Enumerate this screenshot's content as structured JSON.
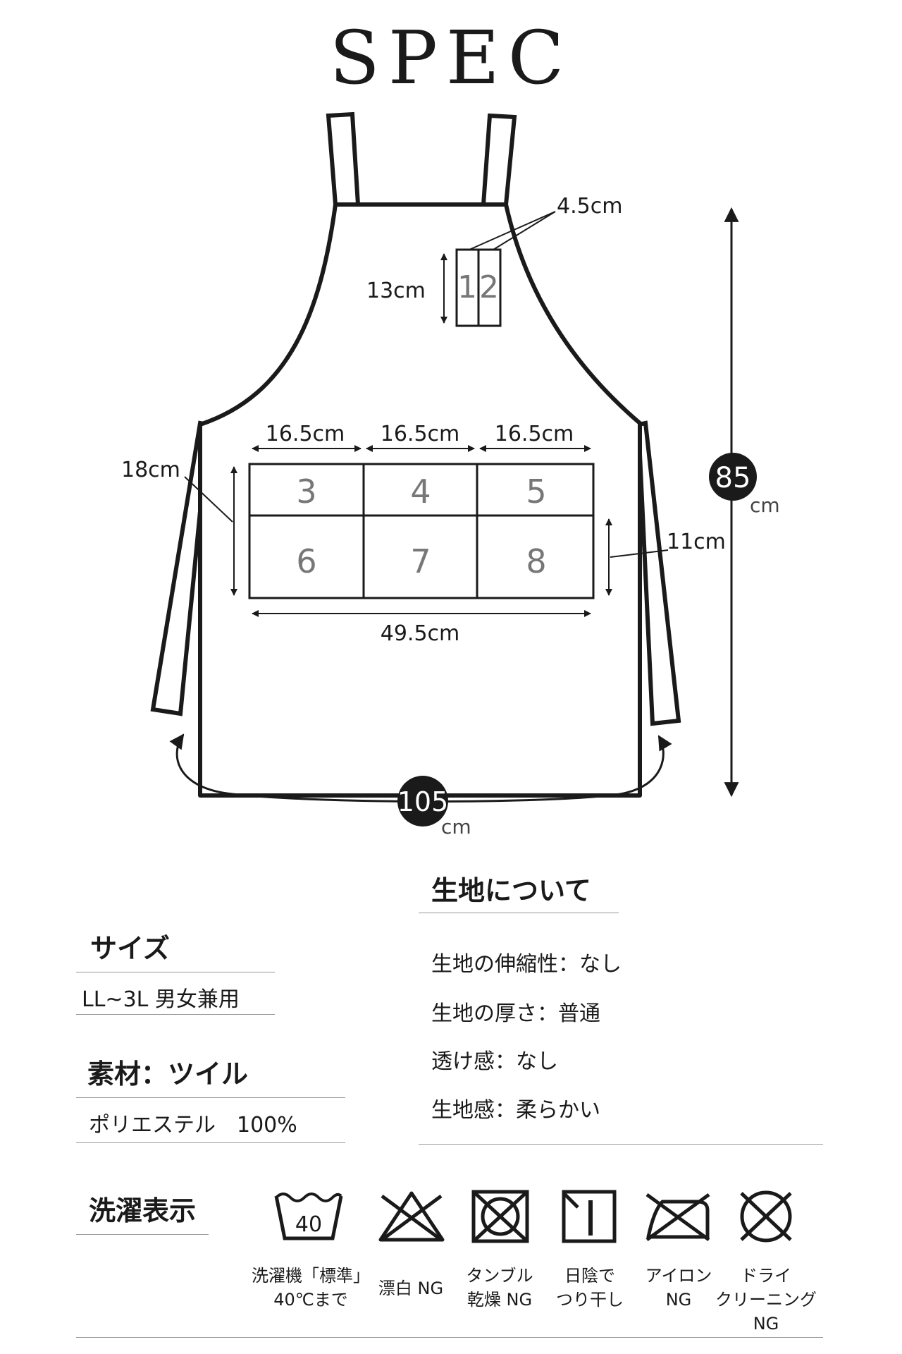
{
  "title": "SPEC",
  "diagram": {
    "strap_width": "4.5cm",
    "pen_pocket_height": "13cm",
    "pen_pockets": [
      "1",
      "2"
    ],
    "pocket_widths": [
      "16.5cm",
      "16.5cm",
      "16.5cm"
    ],
    "pocket_height_total": "18cm",
    "pocket_height_lower": "11cm",
    "pocket_total_width": "49.5cm",
    "pockets_upper": [
      "3",
      "4",
      "5"
    ],
    "pockets_lower": [
      "6",
      "7",
      "8"
    ],
    "length": {
      "value": "85",
      "unit": "cm"
    },
    "waist": {
      "value": "105",
      "unit": "cm"
    }
  },
  "fabric": {
    "heading": "生地について",
    "items": [
      "生地の伸縮性：なし",
      "生地の厚さ：普通",
      "透け感：なし",
      "生地感：柔らかい"
    ]
  },
  "size": {
    "heading": "サイズ",
    "value": "LL~3L  男女兼用"
  },
  "material": {
    "heading": "素材：ツイル",
    "value": "ポリエステル　100%"
  },
  "care": {
    "heading": "洗濯表示",
    "wash_temp": "40",
    "items": [
      {
        "icon": "wash-40-icon",
        "lines": [
          "洗濯機「標準」",
          "40℃まで"
        ]
      },
      {
        "icon": "no-bleach-icon",
        "lines": [
          "漂白 NG"
        ]
      },
      {
        "icon": "no-tumble-dry-icon",
        "lines": [
          "タンブル",
          "乾燥 NG"
        ]
      },
      {
        "icon": "shade-line-dry-icon",
        "lines": [
          "日陰で",
          "つり干し"
        ]
      },
      {
        "icon": "no-iron-icon",
        "lines": [
          "アイロン",
          "NG"
        ]
      },
      {
        "icon": "no-dry-clean-icon",
        "lines": [
          "ドライ",
          "クリーニング",
          "NG"
        ]
      }
    ]
  }
}
